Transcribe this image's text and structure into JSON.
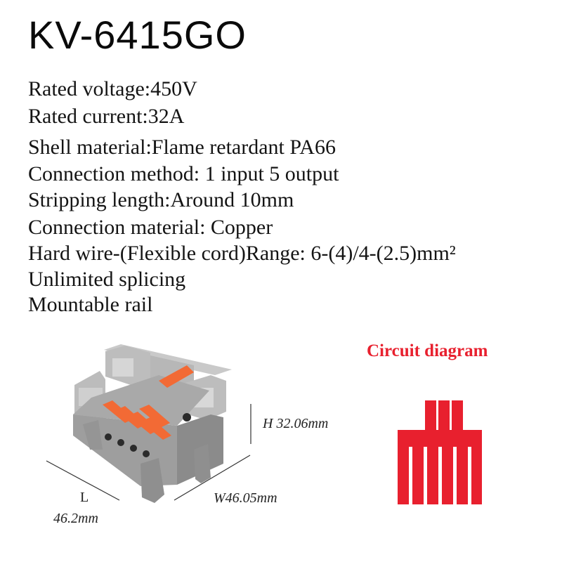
{
  "title": "KV-6415GO",
  "specs": [
    "Rated voltage:450V",
    "Rated current:32A",
    "Shell material:Flame retardant PA66",
    "Connection method: 1 input 5 output",
    "Stripping length:Around 10mm",
    "Connection material: Copper",
    "Hard wire-(Flexible cord)Range: 6-(4)/4-(2.5)mm²",
    "Unlimited splicing",
    "Mountable rail"
  ],
  "circuit": {
    "title": "Circuit diagram",
    "color": "#e8202e"
  },
  "dimensions": {
    "height": "H 32.06mm",
    "width": "W46.05mm",
    "length_label": "L",
    "length_value": "46.2mm"
  },
  "colors": {
    "housing": "#a3a3a3",
    "lever": "#f26a35"
  }
}
